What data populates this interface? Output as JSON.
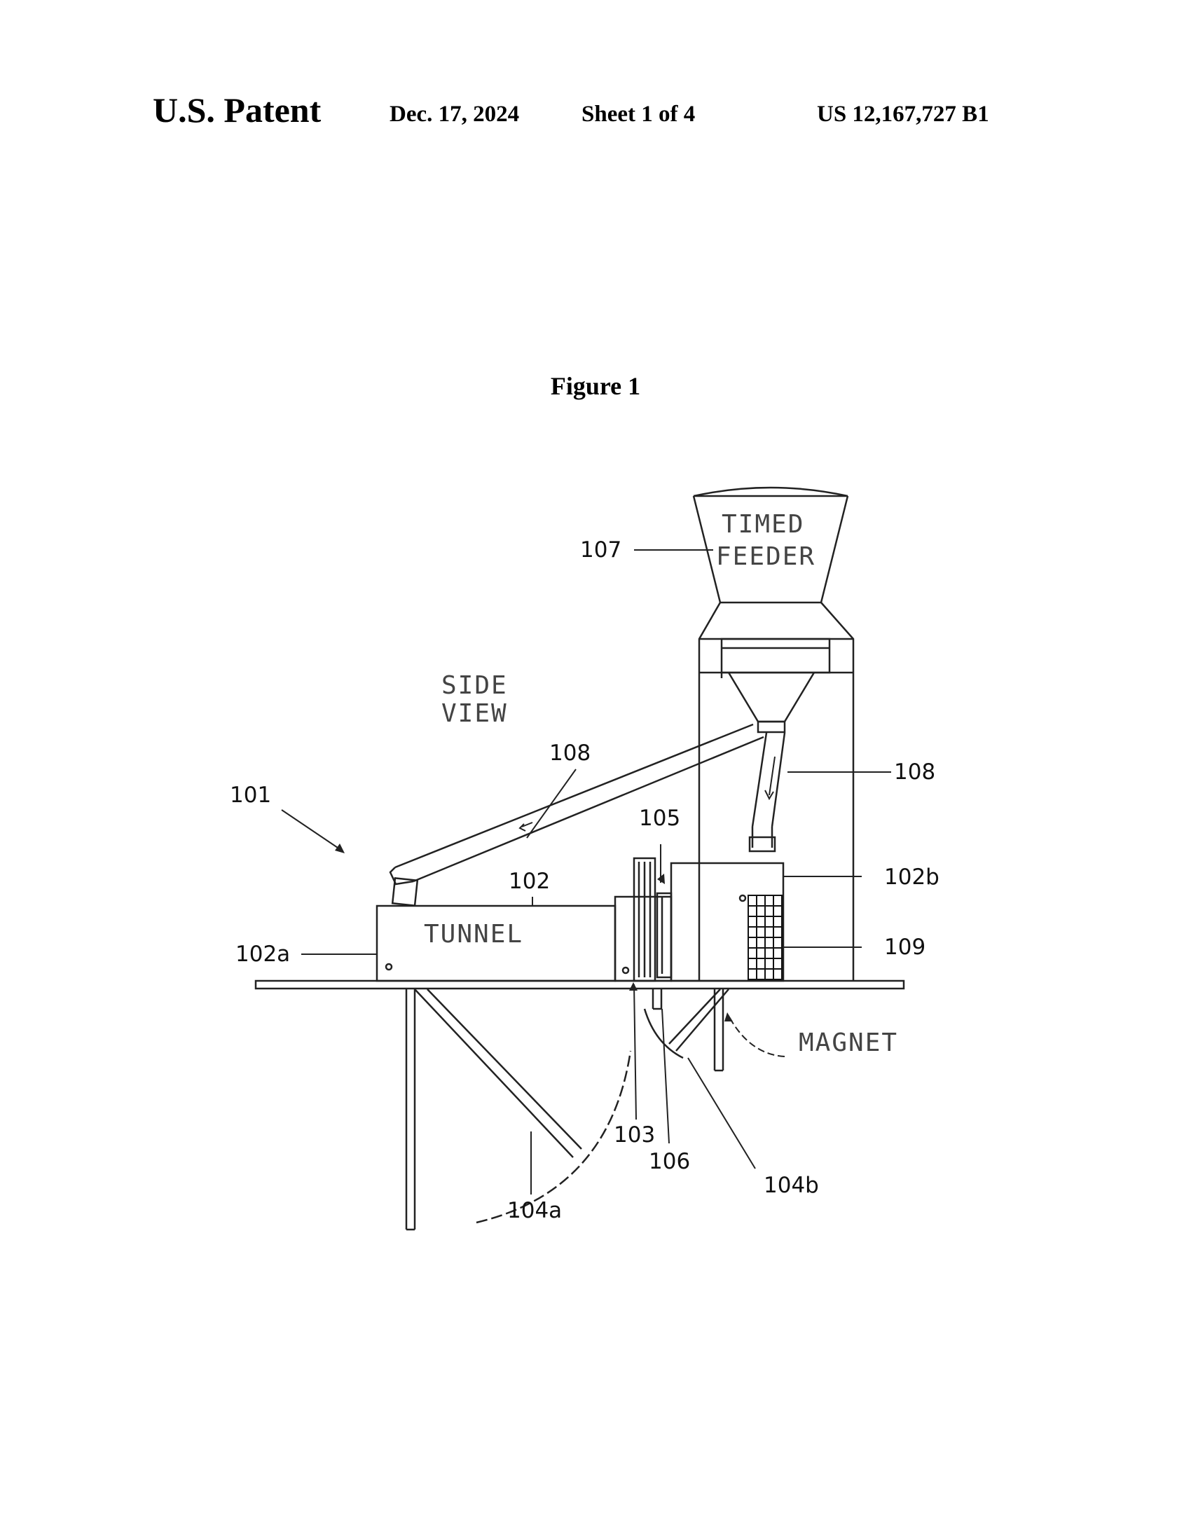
{
  "header": {
    "left": "U.S. Patent",
    "date": "Dec. 17, 2024",
    "sheet": "Sheet 1 of 4",
    "patent_number": "US 12,167,727 B1"
  },
  "figure": {
    "title": "Figure 1",
    "drawing_text": {
      "timed": "TIMED",
      "feeder": "FEEDER",
      "side": "SIDE",
      "view": "VIEW",
      "tunnel": "TUNNEL",
      "magnet": "MAGNET"
    },
    "reference_numerals": {
      "r101": "101",
      "r102": "102",
      "r102a": "102a",
      "r102b": "102b",
      "r103": "103",
      "r104a": "104a",
      "r104b": "104b",
      "r105": "105",
      "r106": "106",
      "r107": "107",
      "r108_left": "108",
      "r108_right": "108",
      "r109": "109"
    }
  }
}
